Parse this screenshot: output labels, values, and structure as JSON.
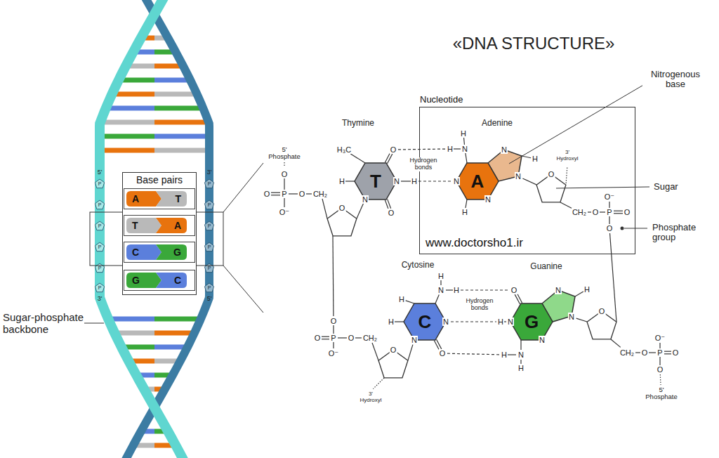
{
  "diagram": {
    "title": "«DNA STRUCTURE»",
    "nodes": [
      {
        "text": [
          "Base pairs"
        ]
      },
      {
        "text": [
          "A"
        ],
        "in": 0
      },
      {
        "text": [
          "T"
        ],
        "in": 0
      },
      {
        "text": [
          "T"
        ],
        "in": 0
      },
      {
        "text": [
          "A"
        ],
        "in": 0
      },
      {
        "text": [
          "C"
        ],
        "in": 0
      },
      {
        "text": [
          "G"
        ],
        "in": 0
      },
      {
        "text": [
          "G"
        ],
        "in": 0
      },
      {
        "text": [
          "C"
        ],
        "in": 0
      },
      {
        "text": [
          "Nucleotide",
          "www.doctorsho1.ir"
        ]
      },
      {
        "text": [
          "A"
        ],
        "in": 9
      },
      {
        "text": [
          "T"
        ]
      },
      {
        "text": [
          "C"
        ]
      },
      {
        "text": [
          "G"
        ]
      }
    ],
    "labels": [
      "5'",
      "3'",
      "3'",
      "5'",
      "P",
      "P",
      "P",
      "P",
      "P",
      "P",
      "P",
      "P",
      "P",
      "P",
      "P",
      "P",
      "Sugar-phosphate backbone",
      "5' Phosphate",
      "O",
      "O",
      "P",
      "O",
      "CH₂",
      "O⁻",
      "H₃C",
      "O",
      "H",
      "N",
      "H",
      "N",
      "O",
      "O",
      "Thymine",
      "Hydrogen bonds",
      "Adenine",
      "H",
      "H",
      "N",
      "N",
      "N",
      "H",
      "N",
      "H",
      "N",
      "3' Hydroxyl",
      "O",
      "CH₂",
      "O",
      "P",
      "O",
      "O⁻",
      "O",
      "Nitrogenous base",
      "Sugar",
      "Phosphate group",
      "Cytosine",
      "Guanine",
      "Hydrogen bonds",
      "H",
      "N",
      "H",
      "H",
      "H",
      "N",
      "O",
      "N",
      "O",
      "H",
      "N",
      "H",
      "N",
      "H",
      "N",
      "N",
      "H",
      "N",
      "O",
      "CH₂",
      "O",
      "P",
      "O",
      "O⁻",
      "O",
      "5' Phosphate",
      "O",
      "O",
      "O",
      "P",
      "O",
      "CH₂",
      "O⁻",
      "3' Hydroxyl"
    ]
  }
}
